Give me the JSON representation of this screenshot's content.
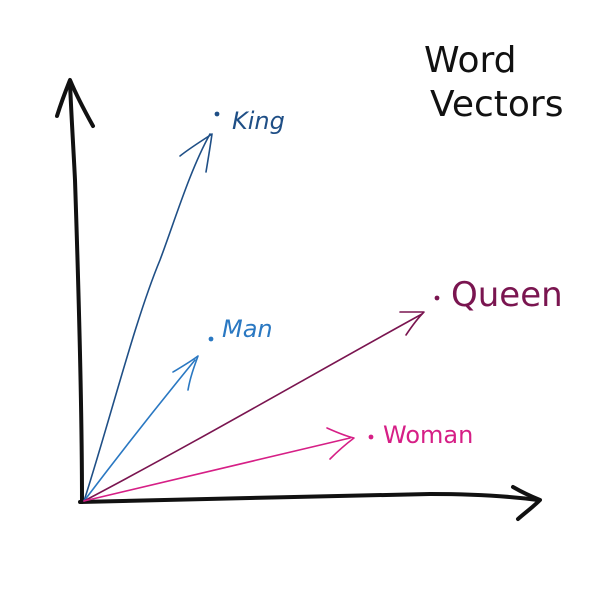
{
  "title": {
    "line1": "Word",
    "line2": "Vectors"
  },
  "vectors": [
    {
      "label": "King",
      "color": "#1f4f86"
    },
    {
      "label": "Man",
      "color": "#2a78c2"
    },
    {
      "label": "Queen",
      "color": "#7a1550"
    },
    {
      "label": "Woman",
      "color": "#d61f86"
    }
  ],
  "axis_color": "#111111"
}
